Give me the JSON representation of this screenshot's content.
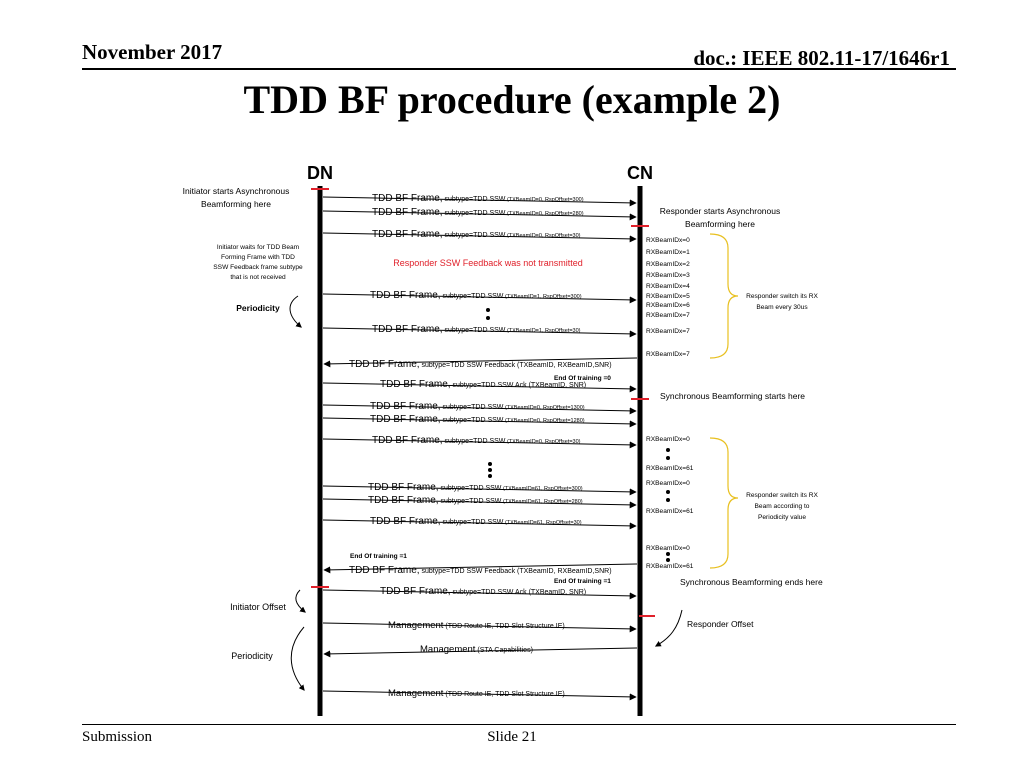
{
  "header": {
    "date": "November 2017",
    "doc": "doc.: IEEE 802.11-17/1646r1"
  },
  "title": "TDD BF procedure (example 2)",
  "footer": {
    "left": "Submission",
    "center": "Slide 21"
  },
  "colors": {
    "accent_red": "#e0202a",
    "gold": "#e8c020"
  },
  "diagram": {
    "dn_label": "DN",
    "cn_label": "CN",
    "messages": [
      {
        "main": "TDD BF Frame,",
        "sub": "subtype=TDD SSW",
        "param": "(TXBeamID=0, RspOffset=300)"
      },
      {
        "main": "TDD BF Frame,",
        "sub": "subtype=TDD SSW",
        "param": "(TXBeamID=0, RspOffset=280)"
      },
      {
        "main": "TDD BF Frame,",
        "sub": "subtype=TDD SSW",
        "param": "(TXBeamID=0, RspOffset=30)"
      },
      {
        "main": "TDD BF Frame,",
        "sub": "subtype=TDD SSW",
        "param": "(TXBeamID=1, RspOffset=300)"
      },
      {
        "main": "TDD BF Frame,",
        "sub": "subtype=TDD SSW",
        "param": "(TXBeamID=1, RspOffset=30)"
      },
      {
        "main": "TDD BF Frame,",
        "sub": "subtype=TDD SSW Feedback (TXBeamID, RXBeamID,SNR)",
        "param": ""
      },
      {
        "main": "TDD BF Frame,",
        "sub": "subtype=TDD SSW Ack (TXBeamID, SNR)",
        "param": ""
      },
      {
        "main": "TDD BF Frame,",
        "sub": "subtype=TDD SSW",
        "param": "(TXBeamID=0, RspOffset=1300)"
      },
      {
        "main": "TDD BF Frame,",
        "sub": "subtype=TDD SSW",
        "param": "(TXBeamID=0, RspOffset=1280)"
      },
      {
        "main": "TDD BF Frame,",
        "sub": "subtype=TDD SSW",
        "param": "(TXBeamID=0, RspOffset=30)"
      },
      {
        "main": "TDD BF Frame,",
        "sub": "subtype=TDD SSW",
        "param": "(TXBeamID=61, RspOffset=300)"
      },
      {
        "main": "TDD BF Frame,",
        "sub": "subtype=TDD SSW",
        "param": "(TXBeamID=61, RspOffset=280)"
      },
      {
        "main": "TDD BF Frame,",
        "sub": "subtype=TDD SSW",
        "param": "(TXBeamID=61, RspOffset=30)"
      },
      {
        "main": "TDD BF Frame,",
        "sub": "subtype=TDD SSW Feedback (TXBeamID, RXBeamID,SNR)",
        "param": ""
      },
      {
        "main": "TDD BF Frame,",
        "sub": "subtype=TDD SSW Ack (TXBeamID, SNR)",
        "param": ""
      },
      {
        "main": "Management",
        "sub": "(TDD Route IE, TDD Slot Structure IE)",
        "param": ""
      },
      {
        "main": "Management",
        "sub": "(STA Capabilities)",
        "param": ""
      },
      {
        "main": "Management",
        "sub": "(TDD Route IE, TDD Slot Structure IE)",
        "param": ""
      }
    ],
    "notes": {
      "initiator_async": [
        "Initiator starts Asynchronous",
        "Beamforming here"
      ],
      "initiator_wait": [
        "Initiator waits for TDD Beam",
        "Forming Frame with TDD",
        "SSW Feedback frame subtype",
        "that is not received"
      ],
      "periodicity_bold": "Periodicity",
      "responder_async": [
        "Responder starts Asynchronous",
        "Beamforming here"
      ],
      "ssw_not_sent": "Responder SSW Feedback was not transmitted",
      "end_training_0": "End Of training =0",
      "sync_starts": "Synchronous Beamforming starts here",
      "end_training_1_dn": "End Of training =1",
      "end_training_1_cn": "End Of training =1",
      "sync_ends": "Synchronous Beamforming ends here",
      "initiator_offset": "Initiator Offset",
      "responder_offset": "Responder Offset",
      "periodicity": "Periodicity",
      "switch_30us": [
        "Responder switch its RX",
        "Beam every 30us"
      ],
      "switch_periodicity": [
        "Responder switch its RX",
        "Beam according to",
        "Periodicity value"
      ]
    },
    "rx_labels": [
      "RXBeamIDx=0",
      "RXBeamIDx=1",
      "RXBeamIDx=2",
      "RXBeamIDx=3",
      "RXBeamIDx=4",
      "RXBeamIDx=5",
      "RXBeamIDx=6",
      "RXBeamIDx=7",
      "RXBeamIDx=7",
      "RXBeamIDx=7",
      "RXBeamIDx=0",
      "RXBeamIDx=61",
      "RXBeamIDx=0",
      "RXBeamIDx=61",
      "RXBeamIDx=0",
      "RXBeamIDx=61"
    ]
  }
}
